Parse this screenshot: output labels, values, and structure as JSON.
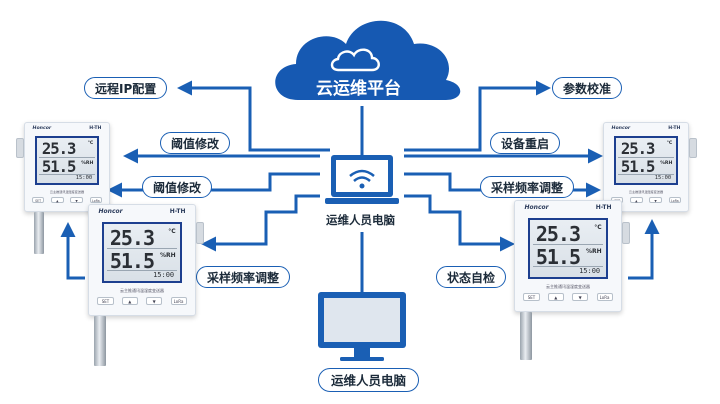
{
  "cloud": {
    "title": "云运维平台"
  },
  "center": {
    "label": "运维人员电脑"
  },
  "bottom": {
    "label": "运维人员电脑"
  },
  "labels": {
    "remote_ip": "远程IP配置",
    "threshold_1": "阈值修改",
    "threshold_2": "阈值修改",
    "sampling_left": "采样频率调整",
    "params": "参数校准",
    "reboot": "设备重启",
    "sampling_right": "采样频率调整",
    "selfcheck": "状态自检"
  },
  "device": {
    "brand": "Honcor",
    "model": "H-TH",
    "temperature": "25.3",
    "temp_unit": "°C",
    "humidity": "51.5",
    "hum_unit": "%RH",
    "time": "15:00",
    "footer": "云主推通讯温湿度变送器",
    "buttons": [
      "SET",
      "▲",
      "▼",
      "LoRa"
    ]
  },
  "colors": {
    "primary": "#1a5fb4",
    "cloud": "#1659b2",
    "pill_border": "#1a5fb4",
    "screen_border": "#1d3f8f"
  }
}
